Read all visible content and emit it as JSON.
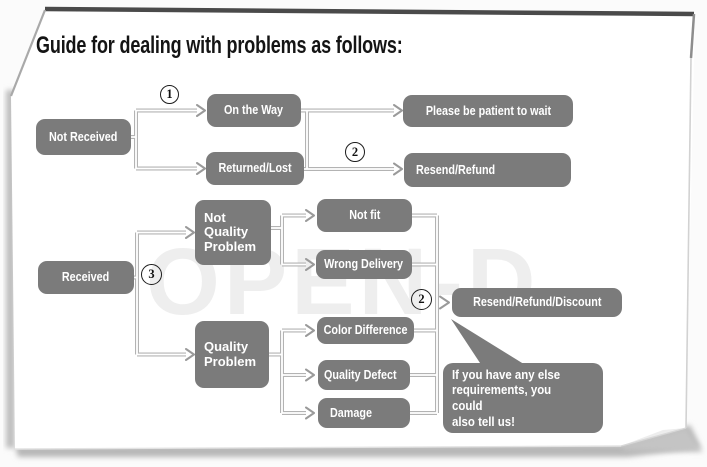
{
  "title": "Guide for dealing with problems as follows:",
  "watermark": "OPEN-D",
  "colors": {
    "node_gray": "#7b7b7b",
    "connector_gray": "#b3b3b3",
    "page_edge_dark": "#4a4a4a",
    "text_on_node": "#ffffff"
  },
  "flowchart": {
    "nodes": [
      {
        "id": "not-received",
        "label": "Not Received"
      },
      {
        "id": "on-the-way",
        "label": "On the Way"
      },
      {
        "id": "returned-lost",
        "label": "Returned/Lost"
      },
      {
        "id": "please-be-patient",
        "label": "Please be patient to wait"
      },
      {
        "id": "resend-refund",
        "label": "Resend/Refund"
      },
      {
        "id": "not-quality-problem",
        "label": "Not Quality Problem"
      },
      {
        "id": "not-fit",
        "label": "Not fit"
      },
      {
        "id": "wrong-delivery",
        "label": "Wrong Delivery"
      },
      {
        "id": "received",
        "label": "Received"
      },
      {
        "id": "quality-problem",
        "label": "Quality Problem"
      },
      {
        "id": "color-difference",
        "label": "Color Difference"
      },
      {
        "id": "quality-defect",
        "label": "Quality Defect"
      },
      {
        "id": "damage",
        "label": "Damage"
      },
      {
        "id": "resend-refund-discount",
        "label": "Resend/Refund/Discount"
      }
    ],
    "step_badges": [
      {
        "id": "step-1",
        "label": "1"
      },
      {
        "id": "step-2-top",
        "label": "2"
      },
      {
        "id": "step-3",
        "label": "3"
      },
      {
        "id": "step-2-bottom",
        "label": "2"
      }
    ],
    "note_bubble": "If you have any else\nrequirements, you could\nalso tell us!"
  }
}
